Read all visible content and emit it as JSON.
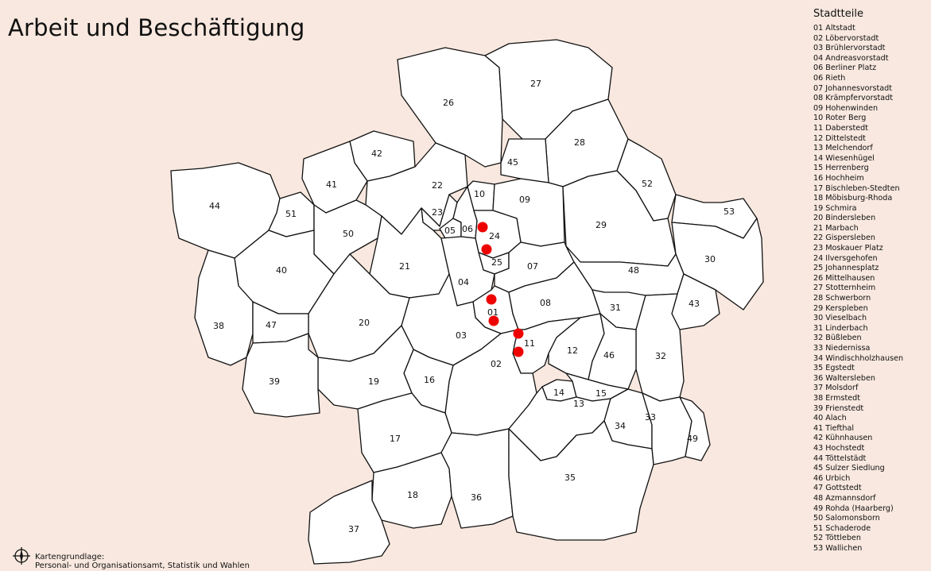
{
  "title": "Arbeit und Beschäftigung",
  "legend": {
    "title": "Stadtteile",
    "items": [
      "01 Altstadt",
      "02 Löbervorstadt",
      "03 Brühlervorstadt",
      "04 Andreasvorstadt",
      "06 Berliner Platz",
      "06 Rieth",
      "07 Johannesvorstadt",
      "08 Krämpfervorstadt",
      "09 Hohenwinden",
      "10 Roter Berg",
      "11 Daberstedt",
      "12 Dittelstedt",
      "13 Melchendorf",
      "14 Wiesenhügel",
      "15 Herrenberg",
      "16 Hochheim",
      "17 Bischleben-Stedten",
      "18 Möbisburg-Rhoda",
      "19 Schmira",
      "20 Bindersleben",
      "21 Marbach",
      "22 Gispersleben",
      "23 Moskauer Platz",
      "24 Ilversgehofen",
      "25 Johannesplatz",
      "26 Mittelhausen",
      "27 Stotternheim",
      "28 Schwerborn",
      "29 Kerspleben",
      "30 Vieselbach",
      "31 Linderbach",
      "32 Büßleben",
      "33 Niedernissa",
      "34 Windischholzhausen",
      "35 Egstedt",
      "36 Waltersleben",
      "37 Molsdorf",
      "38 Ermstedt",
      "39 Frienstedt",
      "40 Alach",
      "41 Tiefthal",
      "42 Kühnhausen",
      "43 Hochstedt",
      "44 Töttelstädt",
      "45 Sulzer Siedlung",
      "46 Urbich",
      "47 Gottstedt",
      "48 Azmannsdorf",
      "49 Rohda (Haarberg)",
      "50 Salomonsborn",
      "51 Schaderode",
      "52 Töttleben",
      "53 Wallichen"
    ]
  },
  "source": {
    "line1": "Kartengrundlage:",
    "line2": "Personal- und Organisationsamt, Statistik und Wahlen"
  },
  "map_labels": [
    "01",
    "02",
    "03",
    "04",
    "05",
    "06",
    "07",
    "08",
    "09",
    "10",
    "11",
    "12",
    "13",
    "14",
    "15",
    "16",
    "17",
    "18",
    "19",
    "20",
    "21",
    "22",
    "23",
    "24",
    "25",
    "26",
    "27",
    "28",
    "29",
    "30",
    "31",
    "32",
    "33",
    "34",
    "35",
    "36",
    "37",
    "38",
    "39",
    "40",
    "41",
    "42",
    "43",
    "44",
    "45",
    "46",
    "47",
    "48",
    "49",
    "50",
    "51",
    "52",
    "53"
  ],
  "colors": {
    "background": "#f8e8df",
    "district_fill": "#ffffff",
    "marker": "#ee0000"
  },
  "markers_count": 6
}
